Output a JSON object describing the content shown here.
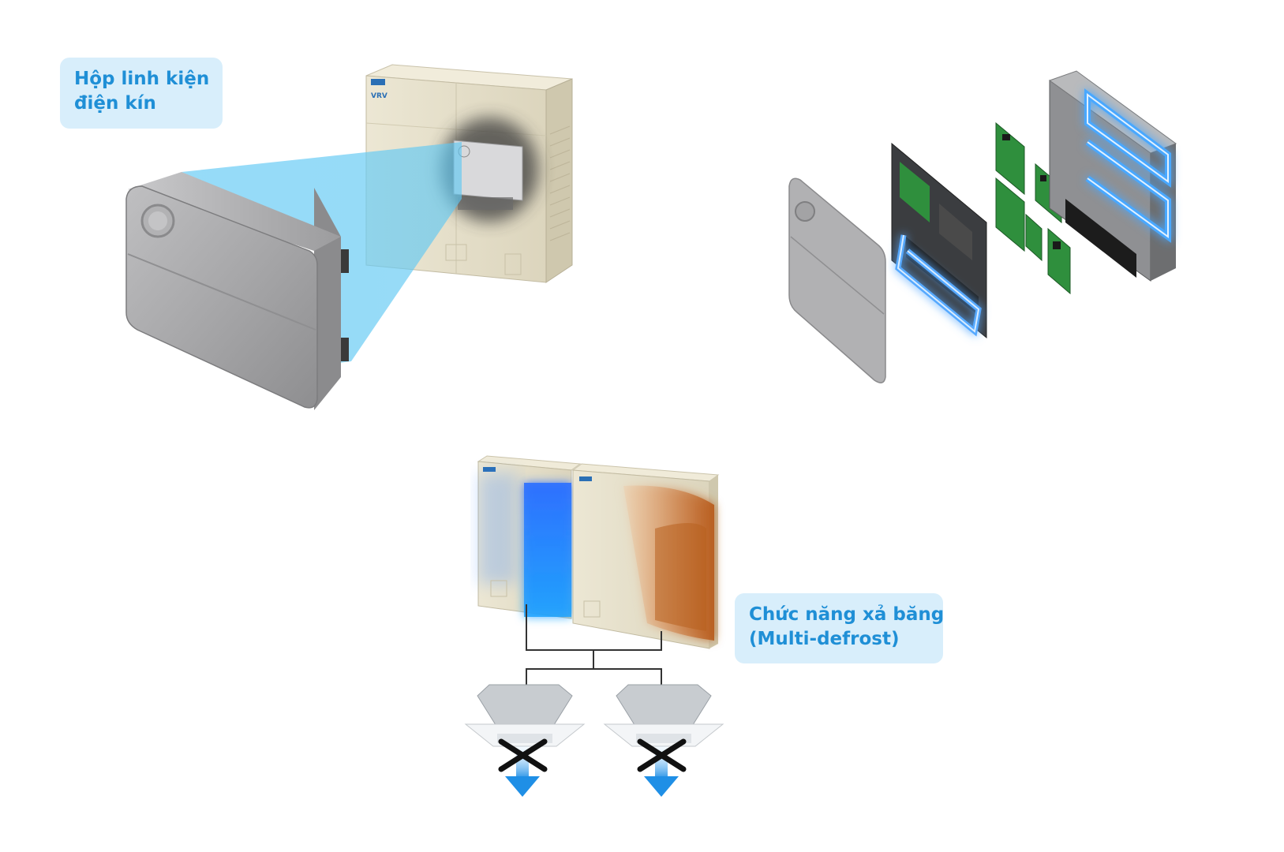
{
  "labels": {
    "electrical_box": {
      "line1": "Hộp linh kiện",
      "line2": "điện kín"
    },
    "multi_defrost": {
      "line1": "Chức năng xả băng",
      "line2": "(Multi-defrost)"
    }
  },
  "icons": {
    "outdoor_unit": "outdoor-unit-icon",
    "electrical_box": "sealed-electrical-box-icon",
    "exploded_box": "exploded-electrical-box-icon",
    "circuit_board": "circuit-board-icon",
    "indoor_cassette": "ceiling-cassette-icon",
    "airflow_arrow": "airflow-down-arrow-icon",
    "blocked_mark": "cross-mark-icon"
  },
  "colors": {
    "label_bg": "#d8eefb",
    "label_text": "#1f8fd6",
    "cool_blue": "#1a8cff",
    "warm_orange": "#c86a28",
    "unit_beige": "#e7e1cc",
    "box_grey": "#a9a9ab",
    "pcb_green": "#2f8f3d"
  }
}
